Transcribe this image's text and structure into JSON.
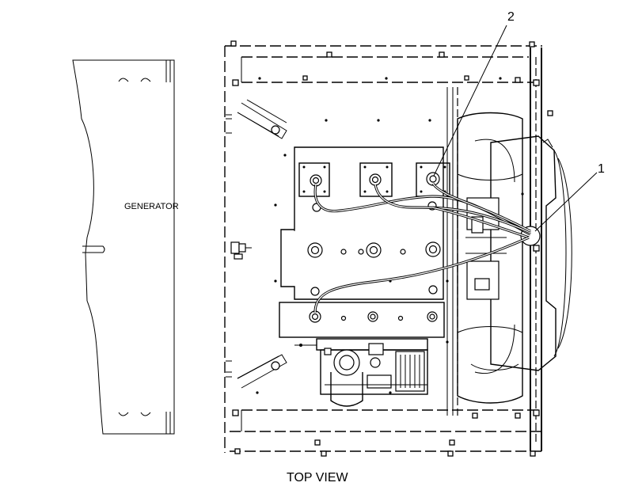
{
  "labels": {
    "generator": "GENERATOR",
    "view_title": "TOP VIEW",
    "callout_1": "1",
    "callout_2": "2"
  },
  "colors": {
    "line": "#000000",
    "background": "#ffffff"
  }
}
